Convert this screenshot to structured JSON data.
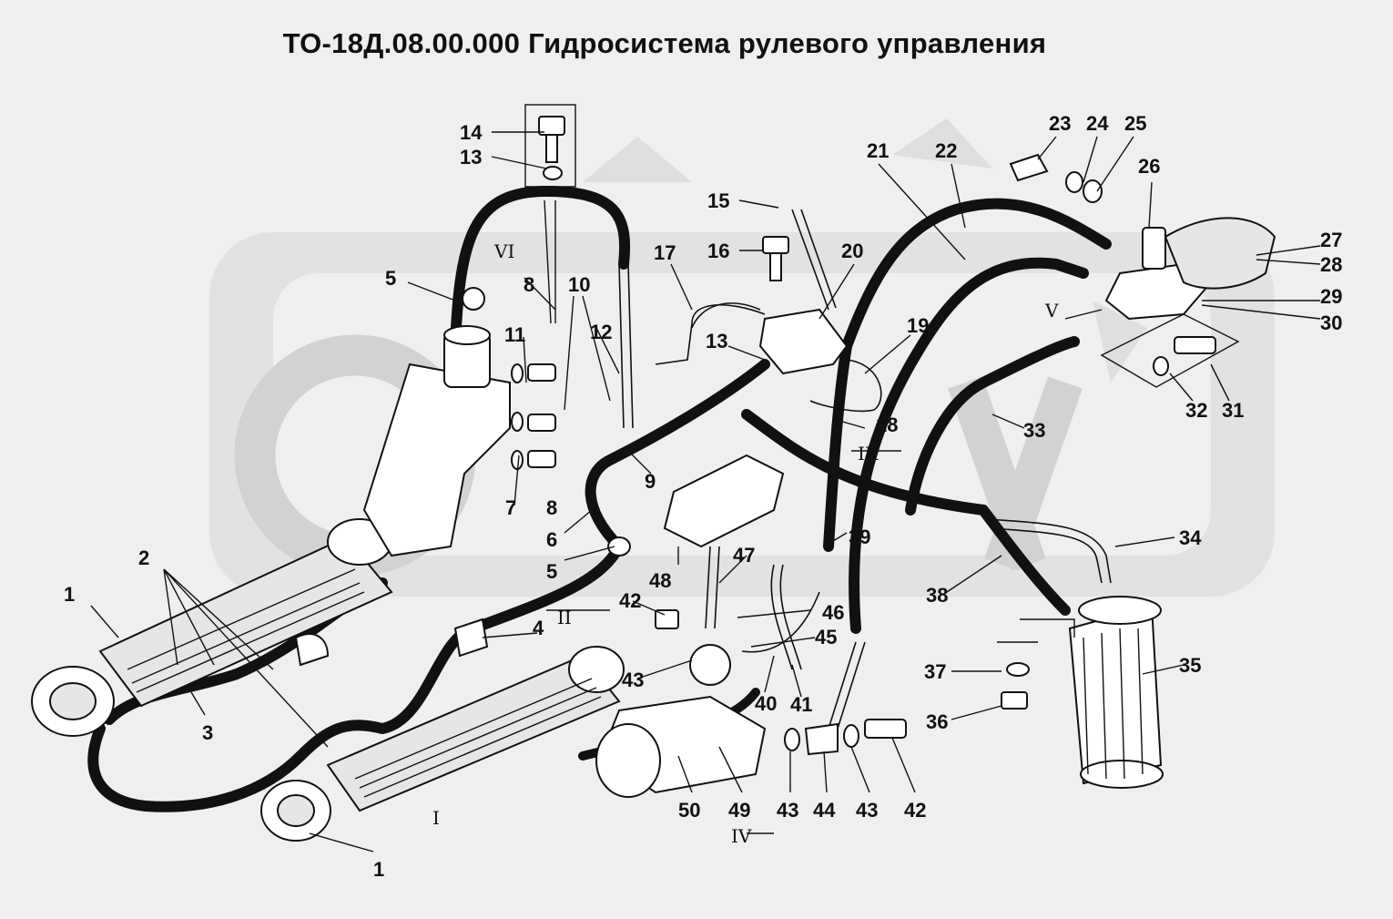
{
  "title": "ТО-18Д.08.00.000 Гидросистема рулевого управления",
  "callouts": [
    "1",
    "1",
    "2",
    "3",
    "4",
    "5",
    "5",
    "6",
    "7",
    "8",
    "8",
    "9",
    "10",
    "11",
    "12",
    "13",
    "13",
    "14",
    "15",
    "16",
    "17",
    "18",
    "19",
    "20",
    "21",
    "22",
    "23",
    "24",
    "25",
    "26",
    "27",
    "28",
    "29",
    "30",
    "31",
    "32",
    "33",
    "34",
    "35",
    "36",
    "37",
    "38",
    "39",
    "40",
    "41",
    "42",
    "42",
    "43",
    "43",
    "43",
    "44",
    "45",
    "46",
    "47",
    "48",
    "49",
    "50"
  ],
  "views": [
    "I",
    "II",
    "III",
    "IV",
    "V",
    "VI"
  ],
  "colors": {
    "background": "#efefef",
    "watermark": "#d8d8d8",
    "ink": "#111111"
  }
}
